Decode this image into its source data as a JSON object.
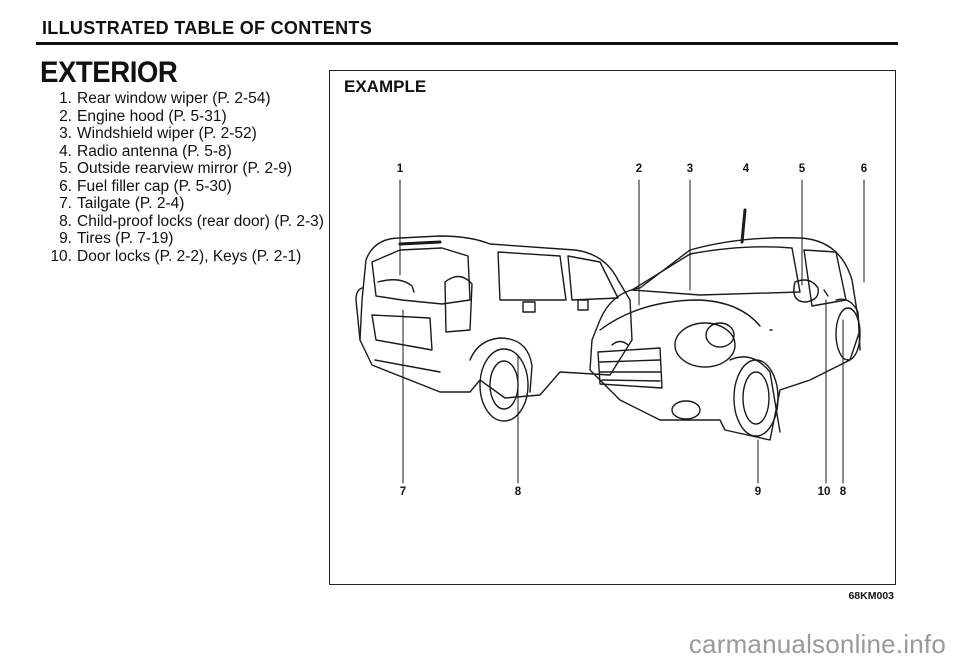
{
  "header": {
    "title": "ILLUSTRATED TABLE OF CONTENTS"
  },
  "section": {
    "title": "EXTERIOR"
  },
  "toc": [
    {
      "num": "1.",
      "text": "Rear window wiper (P. 2-54)"
    },
    {
      "num": "2.",
      "text": "Engine hood (P. 5-31)"
    },
    {
      "num": "3.",
      "text": "Windshield wiper (P. 2-52)"
    },
    {
      "num": "4.",
      "text": "Radio antenna (P. 5-8)"
    },
    {
      "num": "5.",
      "text": "Outside rearview mirror (P. 2-9)"
    },
    {
      "num": "6.",
      "text": "Fuel filler cap (P. 5-30)"
    },
    {
      "num": "7.",
      "text": "Tailgate (P. 2-4)"
    },
    {
      "num": "8.",
      "text": "Child-proof locks (rear door) (P. 2-3)"
    },
    {
      "num": "9.",
      "text": "Tires (P. 7-19)"
    },
    {
      "num": "10.",
      "text": "Door locks (P. 2-2), Keys (P. 2-1)"
    }
  ],
  "figure": {
    "label": "EXAMPLE",
    "code": "68KM003",
    "callouts_top": [
      "1",
      "2",
      "3",
      "4",
      "5",
      "6"
    ],
    "callouts_bottom": [
      "7",
      "8",
      "9",
      "10",
      "8"
    ]
  },
  "watermark": "carmanualsonline.info"
}
